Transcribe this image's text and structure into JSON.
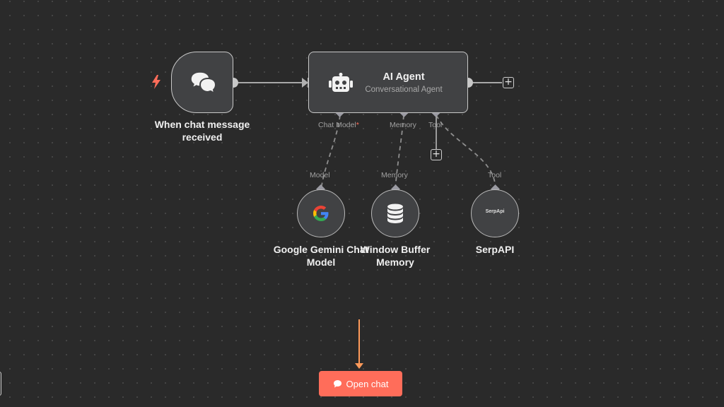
{
  "trigger": {
    "label": "When chat message received",
    "icon": "chat-bubbles-icon"
  },
  "agent": {
    "title": "AI Agent",
    "subtitle": "Conversational Agent",
    "icon": "robot-icon",
    "ports": {
      "chat_model": "Chat Model",
      "chat_model_required": "*",
      "memory": "Memory",
      "tool": "Tool"
    }
  },
  "sub_nodes": [
    {
      "label": "Google Gemini Chat Model",
      "port_label": "Model",
      "icon": "google-g-icon"
    },
    {
      "label": "Window Buffer Memory",
      "port_label": "Memory",
      "icon": "database-icon"
    },
    {
      "label": "SerpAPI",
      "port_label": "Tool",
      "icon": "serpapi-logo",
      "logo_text": "SerpApi"
    }
  ],
  "open_chat": {
    "label": "Open chat",
    "icon": "chat-icon"
  },
  "colors": {
    "accent": "#ff6d5a",
    "canvas": "#2a2a2a",
    "node": "#414244",
    "wire": "#a8a8a8"
  }
}
